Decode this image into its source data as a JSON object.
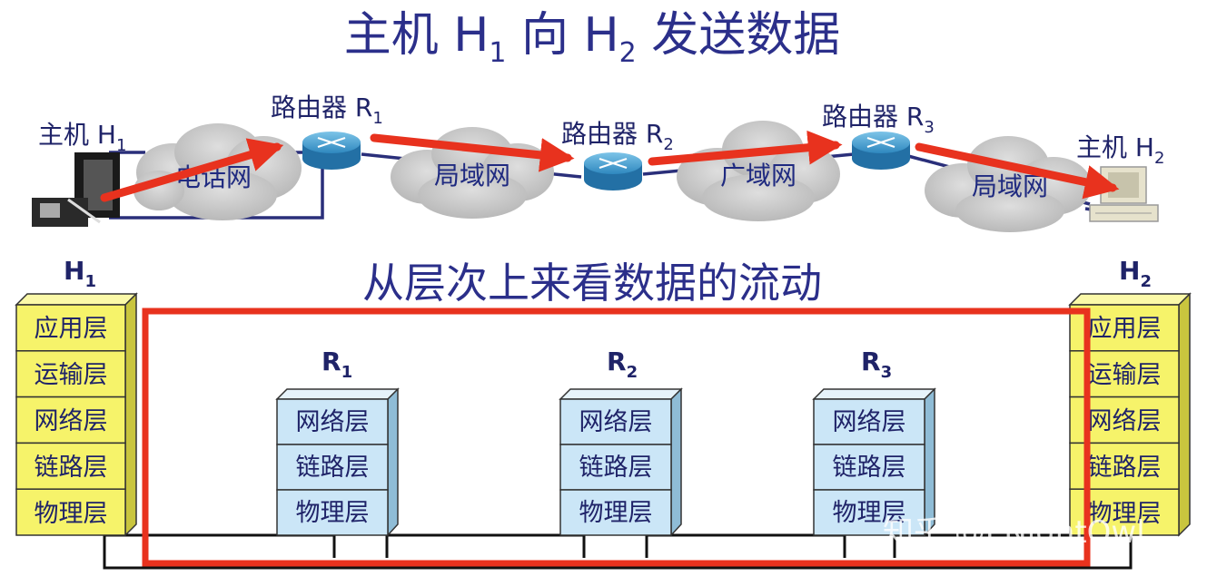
{
  "title": {
    "prefix": "主机 H",
    "sub1": "1",
    "mid": " 向 H",
    "sub2": "2",
    "suffix": " 发送数据"
  },
  "subtitle": "从层次上来看数据的流动",
  "hosts": {
    "h1_label_prefix": "主机 H",
    "h1_label_sub": "1",
    "h2_label_prefix": "主机 H",
    "h2_label_sub": "2"
  },
  "routers": [
    {
      "prefix": "路由器 R",
      "sub": "1"
    },
    {
      "prefix": "路由器 R",
      "sub": "2"
    },
    {
      "prefix": "路由器 R",
      "sub": "3"
    }
  ],
  "clouds": [
    "电话网",
    "局域网",
    "广域网",
    "局域网"
  ],
  "stacks": {
    "h1": {
      "prefix": "H",
      "sub": "1",
      "layers": [
        "应用层",
        "运输层",
        "网络层",
        "链路层",
        "物理层"
      ]
    },
    "h2": {
      "prefix": "H",
      "sub": "2",
      "layers": [
        "应用层",
        "运输层",
        "网络层",
        "链路层",
        "物理层"
      ]
    },
    "r1": {
      "prefix": "R",
      "sub": "1",
      "layers": [
        "网络层",
        "链路层",
        "物理层"
      ]
    },
    "r2": {
      "prefix": "R",
      "sub": "2",
      "layers": [
        "网络层",
        "链路层",
        "物理层"
      ]
    },
    "r3": {
      "prefix": "R",
      "sub": "3",
      "layers": [
        "网络层",
        "链路层",
        "物理层"
      ]
    }
  },
  "watermark": "知乎 @PNightOwl",
  "colors": {
    "title": "#2b2f8a",
    "host_stack": "#f6f36a",
    "router_stack": "#cbe6f7",
    "arrow": "#e8321e",
    "highlight_box": "#e8321e",
    "cloud": "#c8c8c8",
    "link_line": "#2a2f7a"
  }
}
